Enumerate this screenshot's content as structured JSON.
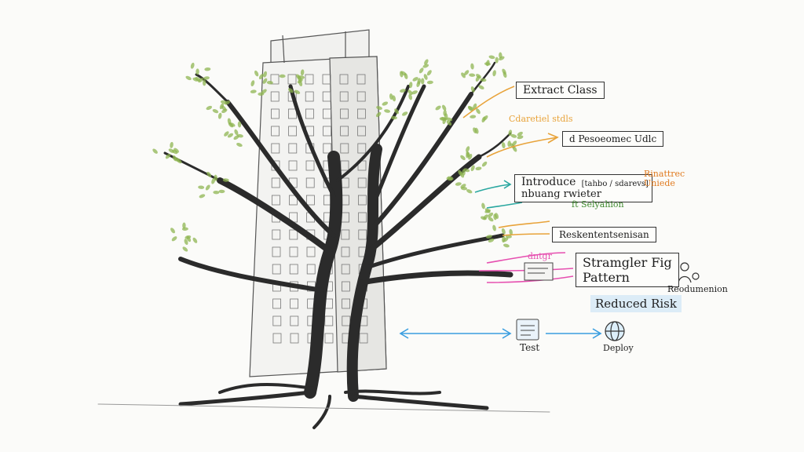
{
  "labels": {
    "extract_class": "Extract Class",
    "note_orange_top": "Cdaretiel stdls",
    "box_two": "d Pesoeomec Udlc",
    "introduce_line1": "Introduce",
    "introduce_line2": "nbuang rwieter",
    "introduce_side": "[tahbo / sdarevs]",
    "note_right_orange": "Rinattrec Uniede",
    "note_green": "ft Selyahion",
    "box_four": "Reskententsenisan",
    "note_pink": "dntgr",
    "strangler_line1": "Stramgler Fig",
    "strangler_line2": "Pattern",
    "note_right_strangler": "Reodumenion",
    "reduced_risk": "Reduced Risk",
    "test": "Test",
    "deploy": "Deploy"
  },
  "colors": {
    "ink": "#222222",
    "leaf": "#8fb552",
    "orange": "#e8a33a",
    "teal": "#29a7a0",
    "blue": "#3a9ee0",
    "pink": "#e64fb0",
    "highlight": "#dcecf7"
  },
  "icons": [
    "code-doc-icon",
    "test-clipboard-icon",
    "deploy-globe-icon",
    "person-icon"
  ]
}
